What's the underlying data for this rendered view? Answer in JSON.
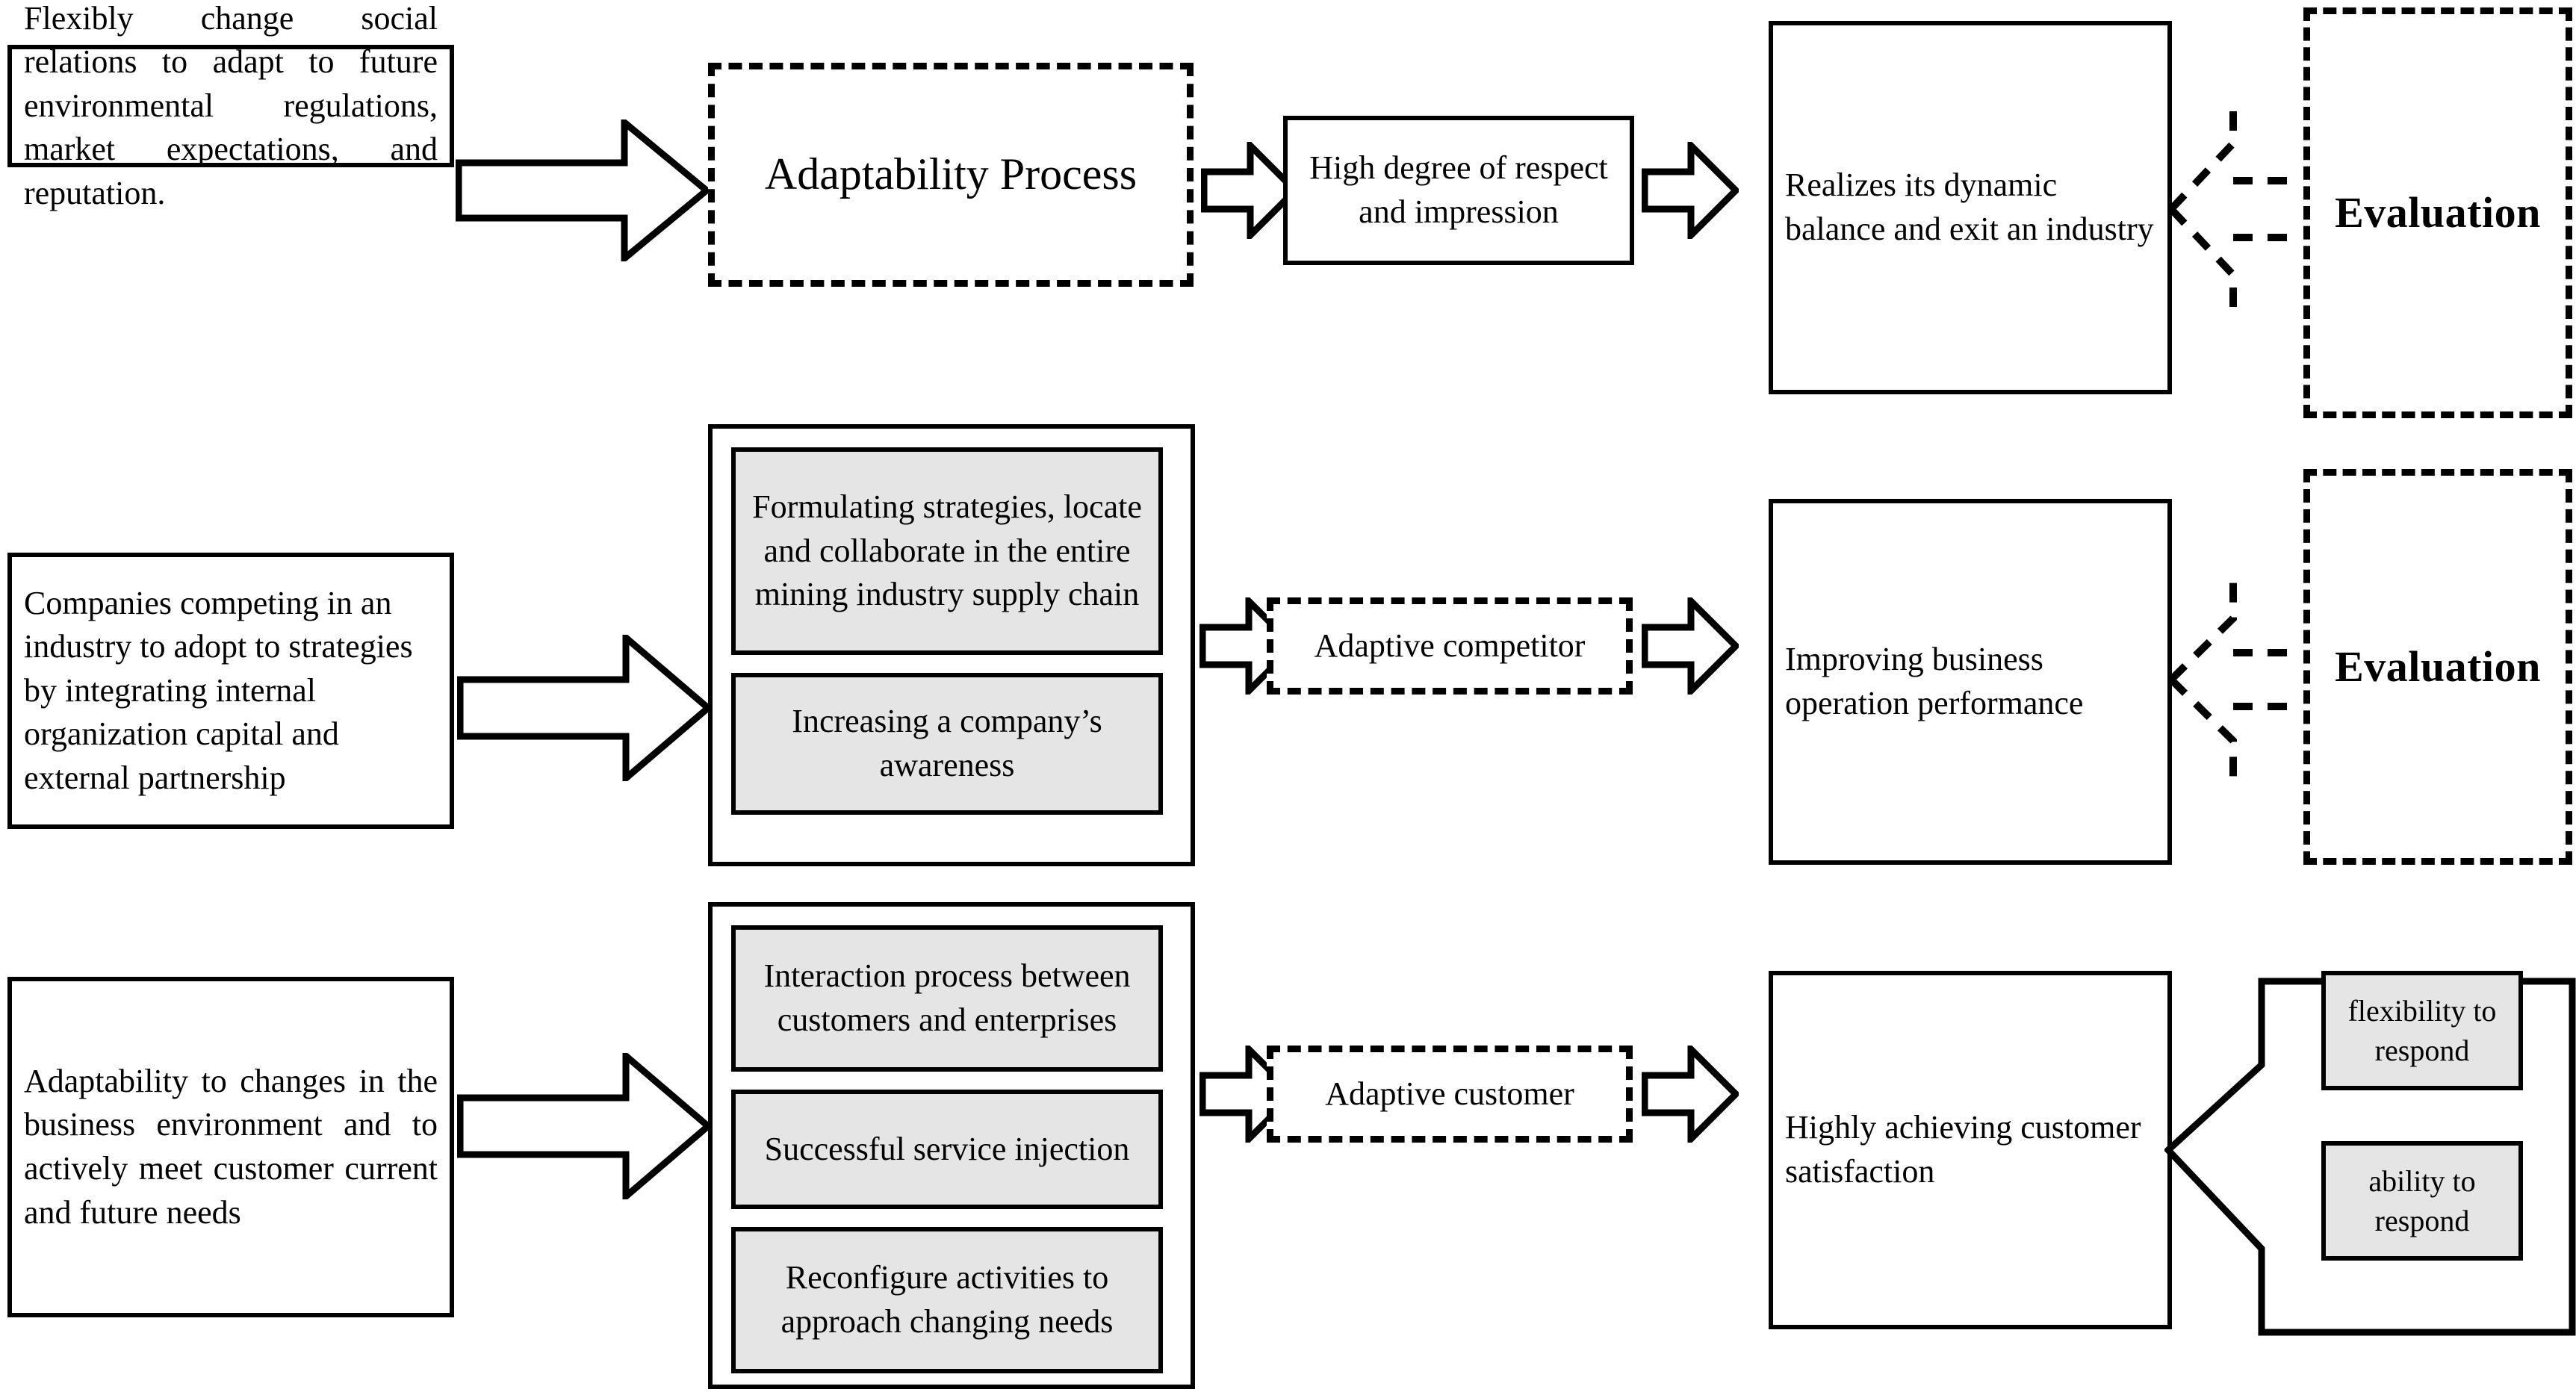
{
  "diagram": {
    "title": "Adaptability framework process flow",
    "colors": {
      "stroke": "#000000",
      "fill_gray": "#e5e5e5",
      "background": "#ffffff"
    }
  },
  "rows": [
    {
      "id": "row-process",
      "driver": "Flexibly change social relations to adapt to future environmental regulations, market expectations, and reputation.",
      "process_label": "Adaptability Process",
      "outcome": "High degree of respect and impression",
      "result": "Realizes its dynamic balance and exit an industry",
      "evaluation": "Evaluation"
    },
    {
      "id": "row-competitor",
      "driver": "Companies competing in an industry to adopt to strategies by integrating internal organization capital and external partnership",
      "activities": [
        "Formulating strategies, locate and collaborate in the entire mining industry supply chain",
        "Increasing a company’s awareness"
      ],
      "process_label": "Adaptive competitor",
      "result": "Improving business operation performance",
      "evaluation": "Evaluation"
    },
    {
      "id": "row-customer",
      "driver": "Adaptability to changes in the business environment and to actively meet customer current and future needs",
      "activities": [
        "Interaction process between customers and enterprises",
        "Successful service injection",
        "Reconfigure activities to approach changing needs"
      ],
      "process_label": "Adaptive customer",
      "result": "Highly achieving customer satisfaction",
      "capabilities": [
        "flexibility to respond",
        "ability to respond"
      ]
    }
  ]
}
